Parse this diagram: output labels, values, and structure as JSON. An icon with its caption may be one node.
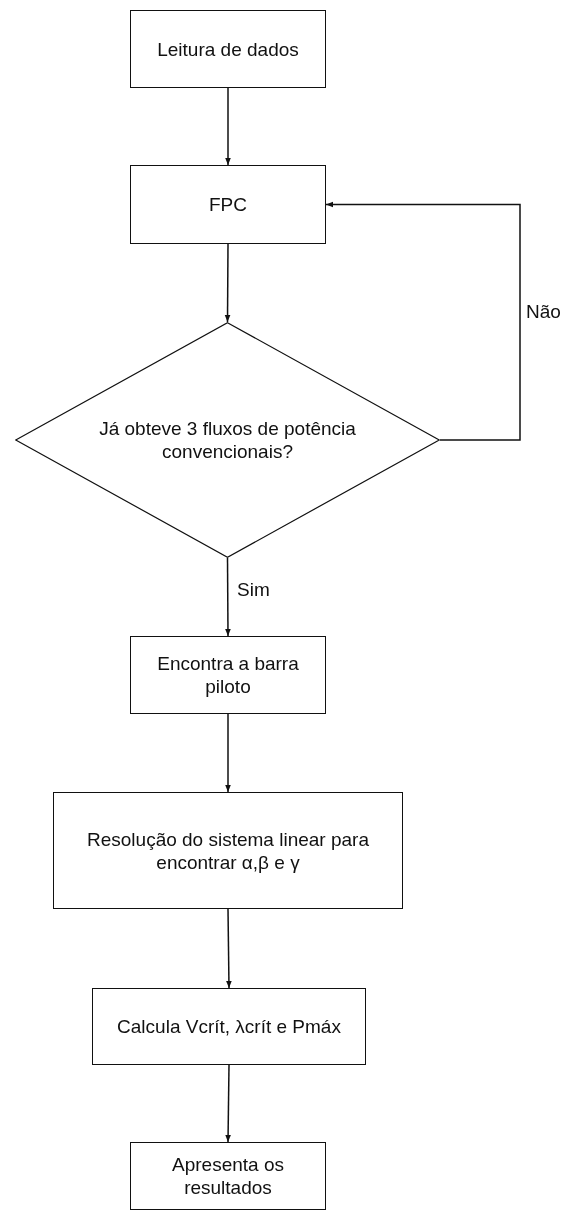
{
  "diagram": {
    "nodes": [
      {
        "text": [
          "Leitura de dados"
        ]
      },
      {
        "text": [
          "FPC"
        ]
      },
      {
        "text": [
          "Já obteve 3 fluxos de potência convencionais?"
        ]
      },
      {
        "text": [
          "Encontra a barra piloto"
        ]
      },
      {
        "text": [
          "Resolução do sistema linear para encontrar α,β e γ"
        ]
      },
      {
        "text": [
          "Calcula Vcrít, λcrít e Pmáx"
        ]
      },
      {
        "text": [
          "Apresenta os resultados"
        ]
      }
    ],
    "edges": [
      {
        "from": 0,
        "to": 1,
        "arrow": "to"
      },
      {
        "from": 1,
        "to": 2,
        "arrow": "to"
      },
      {
        "from": 2,
        "to": 1,
        "arrow": "to",
        "label": "Não"
      },
      {
        "from": 2,
        "to": 3,
        "arrow": "to",
        "label": "Sim"
      },
      {
        "from": 3,
        "to": 4,
        "arrow": "to"
      },
      {
        "from": 4,
        "to": 5,
        "arrow": "to"
      },
      {
        "from": 5,
        "to": 6,
        "arrow": "to"
      }
    ]
  }
}
